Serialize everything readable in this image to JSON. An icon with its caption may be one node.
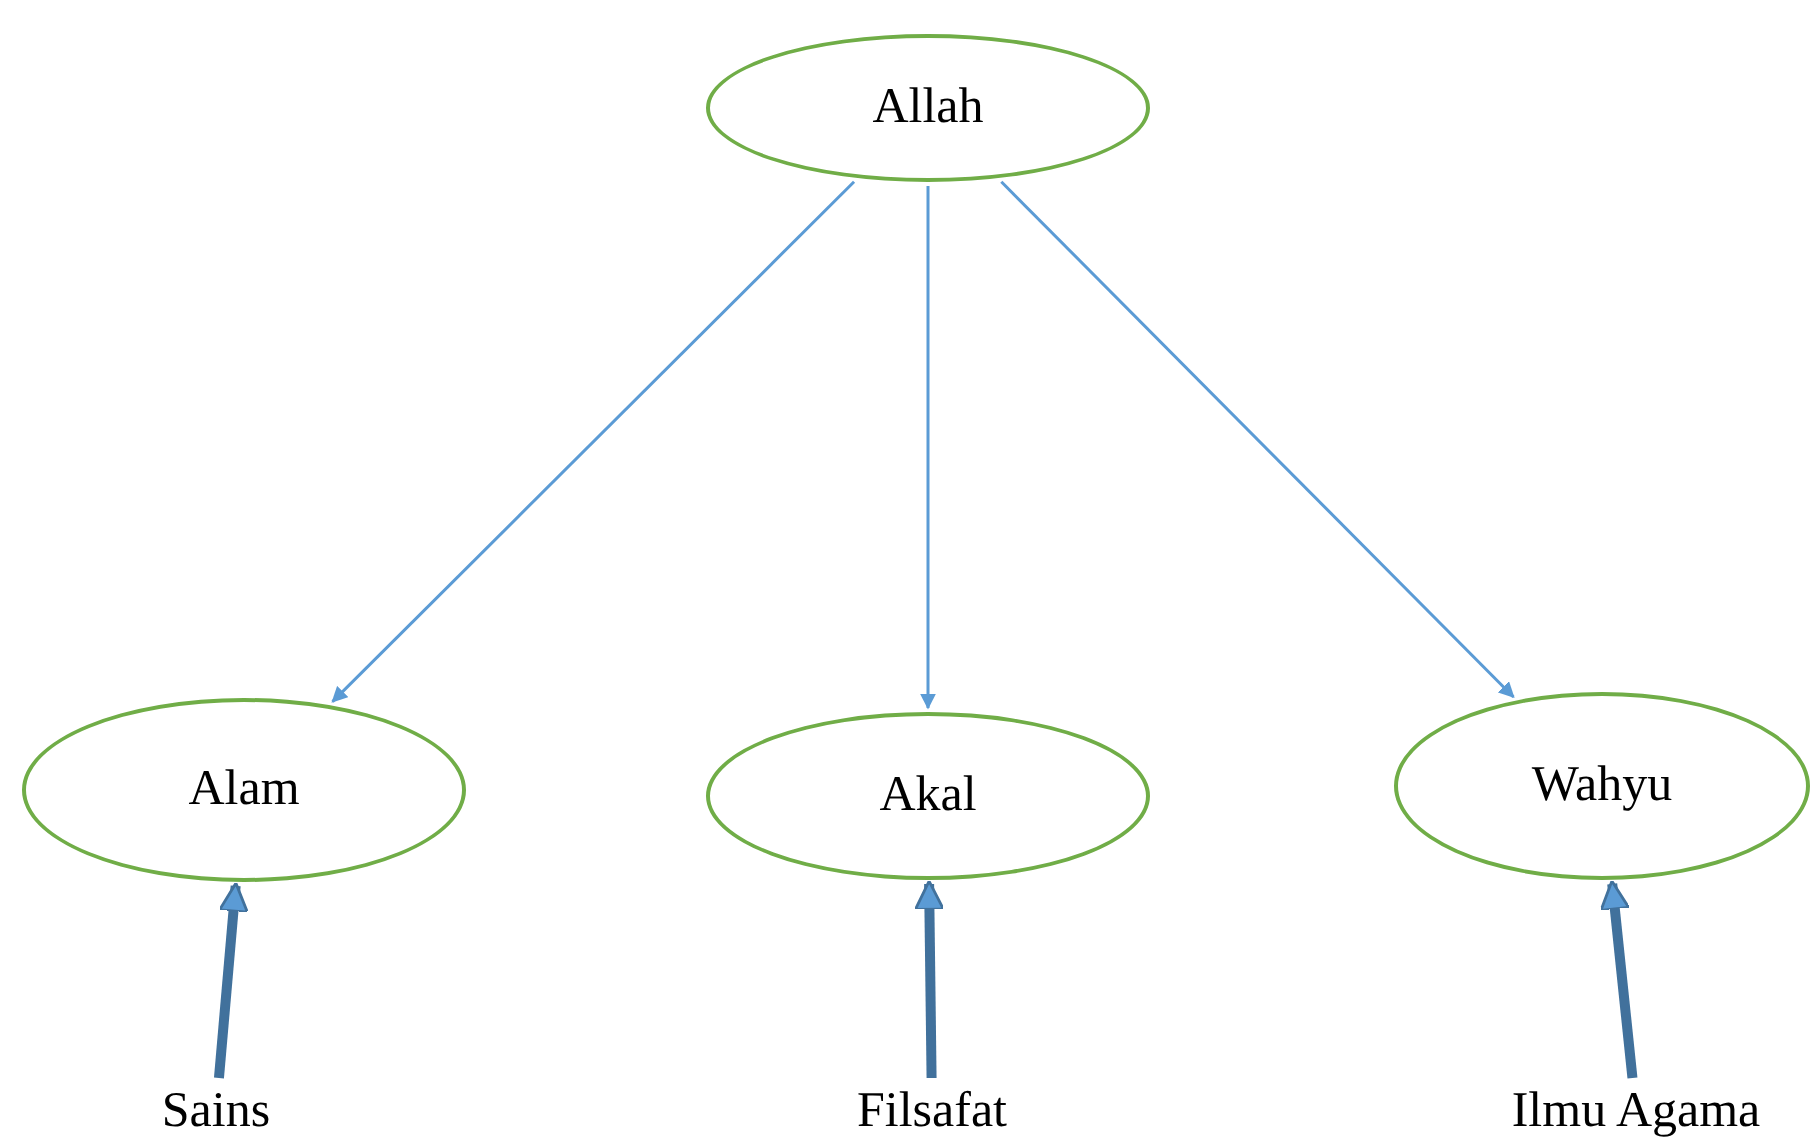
{
  "diagram": {
    "nodes": [
      {
        "text": [
          "Allah"
        ]
      },
      {
        "text": [
          "Alam"
        ]
      },
      {
        "text": [
          "Akal"
        ]
      },
      {
        "text": [
          "Wahyu"
        ]
      },
      {
        "text": [
          "Sains"
        ]
      },
      {
        "text": [
          "Filsafat"
        ]
      },
      {
        "text": [
          "Ilmu Agama"
        ]
      }
    ],
    "edges": [
      {
        "from": 0,
        "to": 1,
        "arrow": "to"
      },
      {
        "from": 0,
        "to": 2,
        "arrow": "to"
      },
      {
        "from": 0,
        "to": 3,
        "arrow": "to"
      },
      {
        "from": 4,
        "to": 1,
        "arrow": "to",
        "style": "thick",
        "color": "#41719c"
      },
      {
        "from": 5,
        "to": 2,
        "arrow": "to",
        "style": "thick",
        "color": "#41719c"
      },
      {
        "from": 6,
        "to": 3,
        "arrow": "to",
        "style": "thick",
        "color": "#41719c"
      }
    ]
  }
}
